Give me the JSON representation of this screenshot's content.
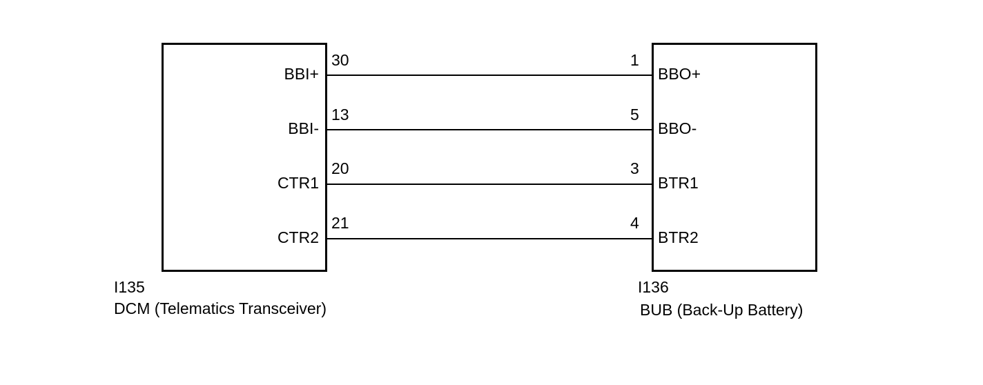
{
  "left_component": {
    "code": "I135",
    "name": "DCM (Telematics Transceiver)",
    "pins": [
      {
        "label": "BBI+",
        "number": "30"
      },
      {
        "label": "BBI-",
        "number": "13"
      },
      {
        "label": "CTR1",
        "number": "20"
      },
      {
        "label": "CTR2",
        "number": "21"
      }
    ]
  },
  "right_component": {
    "code": "I136",
    "name": "BUB (Back-Up Battery)",
    "pins": [
      {
        "label": "BBO+",
        "number": "1"
      },
      {
        "label": "BBO-",
        "number": "5"
      },
      {
        "label": "BTR1",
        "number": "3"
      },
      {
        "label": "BTR2",
        "number": "4"
      }
    ]
  },
  "colors": {
    "line": "#000000",
    "background": "#ffffff"
  }
}
